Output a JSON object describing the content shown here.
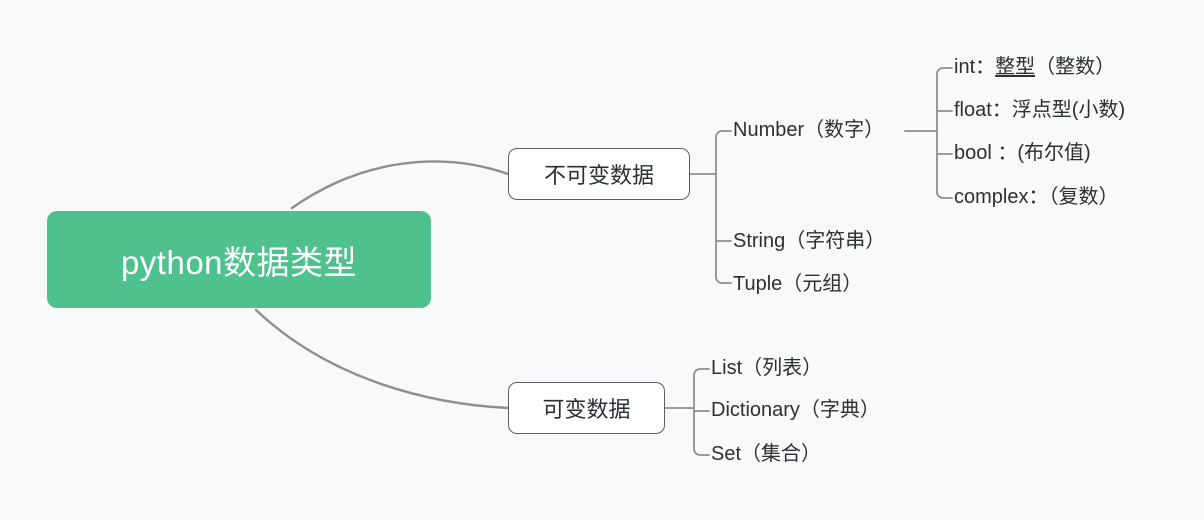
{
  "diagram": {
    "type": "mind-map",
    "background_color": "#f9f9f9",
    "root": {
      "label": "python数据类型",
      "fill_color": "#4ec18e",
      "text_color": "#ffffff"
    },
    "branches": [
      {
        "id": "immutable",
        "label": "不可变数据",
        "children": [
          {
            "id": "number",
            "label": "Number（数字）",
            "children": [
              {
                "id": "int",
                "prefix": "int：",
                "emphasis": "整型",
                "suffix": "（整数）"
              },
              {
                "id": "float",
                "label": "float：浮点型(小数)"
              },
              {
                "id": "bool",
                "label": "bool ：(布尔值)"
              },
              {
                "id": "complex",
                "label": "complex：（复数）"
              }
            ]
          },
          {
            "id": "string",
            "label": "String（字符串）"
          },
          {
            "id": "tuple",
            "label": "Tuple（元组）"
          }
        ]
      },
      {
        "id": "mutable",
        "label": "可变数据",
        "children": [
          {
            "id": "list",
            "label": "List（列表）"
          },
          {
            "id": "dictionary",
            "label": "Dictionary（字典）"
          },
          {
            "id": "set",
            "label": "Set（集合）"
          }
        ]
      }
    ],
    "connector_color": "#8b8f94",
    "node_border_color": "#5a5f66",
    "node_text_color": "#2b2f36"
  }
}
